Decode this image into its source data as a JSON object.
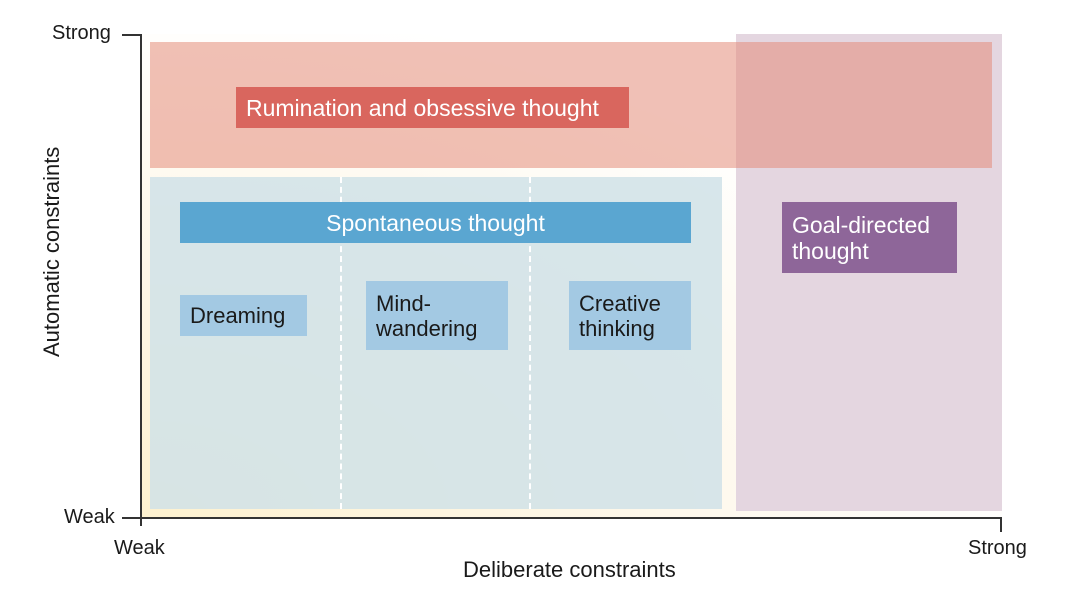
{
  "axes": {
    "y_title": "Automatic constraints",
    "x_title": "Deliberate constraints",
    "y_max_label": "Strong",
    "y_min_label": "Weak",
    "x_min_label": "Weak",
    "x_max_label": "Strong"
  },
  "regions": {
    "rumination": "Rumination and obsessive thought",
    "spontaneous": "Spontaneous thought",
    "goal_directed_line1": "Goal-directed",
    "goal_directed_line2": "thought"
  },
  "subtypes": {
    "dreaming": "Dreaming",
    "mind_wandering_line1": "Mind-",
    "mind_wandering_line2": "wandering",
    "creative_line1": "Creative",
    "creative_line2": "thinking"
  },
  "colors": {
    "rumination": "#d9665e",
    "spontaneous": "#5aa6d1",
    "goal_directed": "#8e6699",
    "subtype": "#a3c9e3"
  }
}
